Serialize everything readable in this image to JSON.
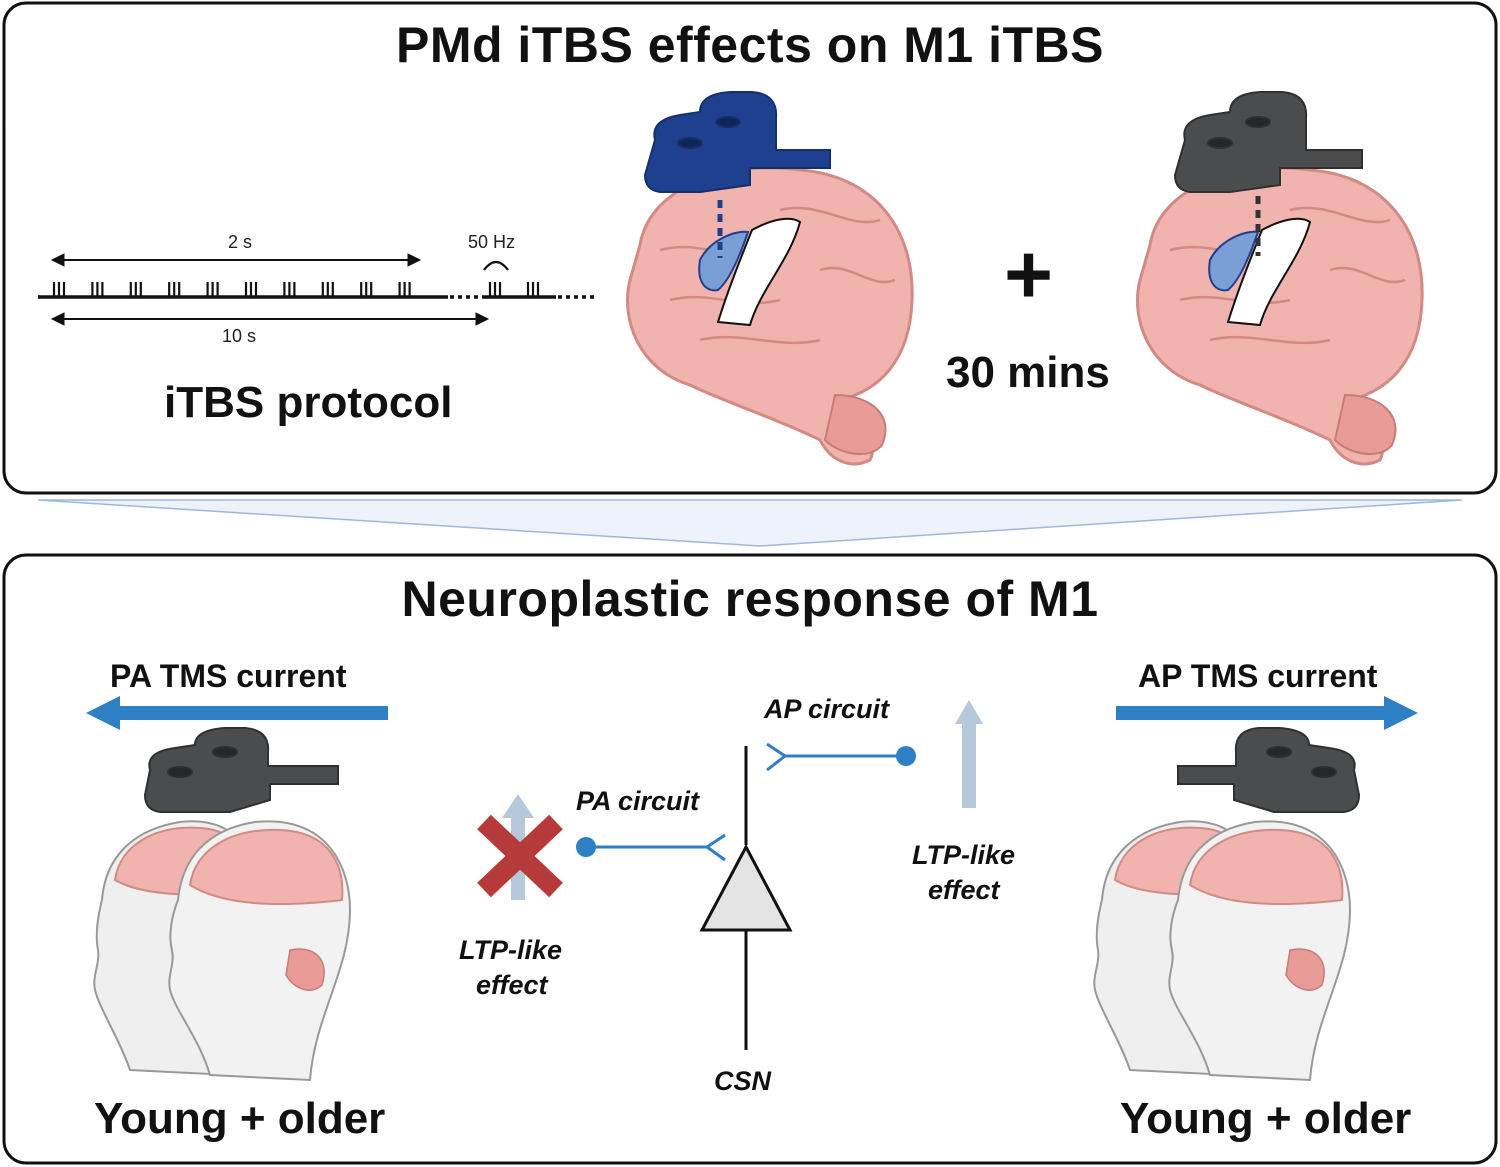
{
  "top_panel": {
    "title": "PMd iTBS effects on M1 iTBS",
    "protocol": {
      "label": "iTBS protocol",
      "train_duration": "2 s",
      "cycle_duration": "10 s",
      "frequency": "50 Hz"
    },
    "plus_symbol": "+",
    "interval": "30 mins"
  },
  "bottom_panel": {
    "title": "Neuroplastic response of M1",
    "left": {
      "current_label": "PA TMS current",
      "group_label": "Young + older"
    },
    "right": {
      "current_label": "AP TMS current",
      "group_label": "Young + older"
    },
    "circuit": {
      "pa_label": "PA circuit",
      "ap_label": "AP circuit",
      "csn_label": "CSN",
      "effect_left_line1": "LTP-like",
      "effect_left_line2": "effect",
      "effect_right_line1": "LTP-like",
      "effect_right_line2": "effect"
    }
  },
  "colors": {
    "arrow_blue": "#2f7fc4",
    "coil_active": "#1f3f8f",
    "coil_sham": "#4a4c4e",
    "brain_pink": "#f0b3ad",
    "pmd_region": "#7a9fd6",
    "block_red": "#b73a3a",
    "faded_arrow": "#b7c7dc"
  }
}
